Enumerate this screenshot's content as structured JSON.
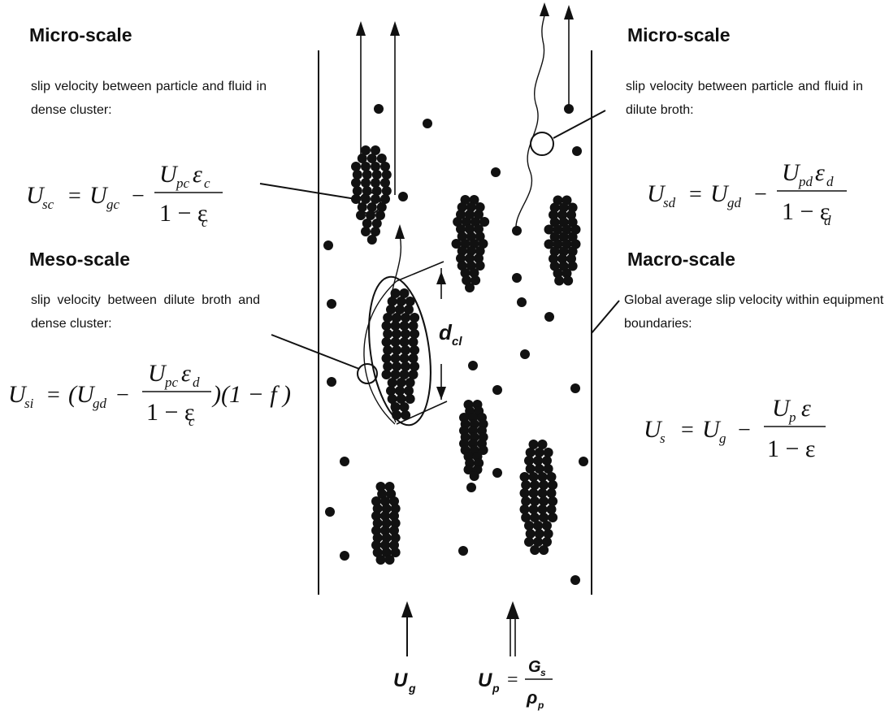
{
  "left": {
    "micro": {
      "title": "Micro-scale",
      "desc": "slip velocity between particle and fluid in dense cluster:",
      "equation": {
        "lhs": "U",
        "lhs_sub": "sc",
        "rhs_u": "U",
        "rhs_sub": "gc",
        "num_u": "U",
        "num_sub": "pc",
        "num_eps": "ε",
        "num_eps_sub": "c",
        "den": "1 − ε",
        "den_sub": "c"
      }
    },
    "meso": {
      "title": "Meso-scale",
      "desc": "slip velocity between dilute broth and dense cluster:",
      "equation": {
        "lhs": "U",
        "lhs_sub": "si",
        "rhs_u": "(U",
        "rhs_sub": "gd",
        "num_u": "U",
        "num_sub": "pc",
        "num_eps": "ε",
        "num_eps_sub": "d",
        "den": "1 − ε",
        "den_sub": "c",
        "tail": ")(1 − f )"
      }
    }
  },
  "right": {
    "micro": {
      "title": "Micro-scale",
      "desc": "slip velocity between particle and fluid in dilute broth:",
      "equation": {
        "lhs": "U",
        "lhs_sub": "sd",
        "rhs_u": "U",
        "rhs_sub": "gd",
        "num_u": "U",
        "num_sub": "pd",
        "num_eps": "ε",
        "num_eps_sub": "d",
        "den": "1 − ε",
        "den_sub": "d"
      }
    },
    "macro": {
      "title": "Macro-scale",
      "desc": "Global average slip velocity within equipment boundaries:",
      "equation": {
        "lhs": "U",
        "lhs_sub": "s",
        "rhs_u": "U",
        "rhs_sub": "g",
        "num_u": "U",
        "num_sub": "p",
        "num_eps": "ε",
        "den": "1 − ε"
      }
    }
  },
  "riser": {
    "dcl": {
      "main": "d",
      "sub": "cl"
    },
    "ug": {
      "main": "U",
      "sub": "g"
    },
    "up": {
      "main": "U",
      "sub": "p",
      "eq": "=",
      "num": "G",
      "num_sub": "s",
      "den": "ρ",
      "den_sub": "p"
    }
  },
  "colors": {
    "ink": "#111111",
    "background": "#ffffff"
  }
}
